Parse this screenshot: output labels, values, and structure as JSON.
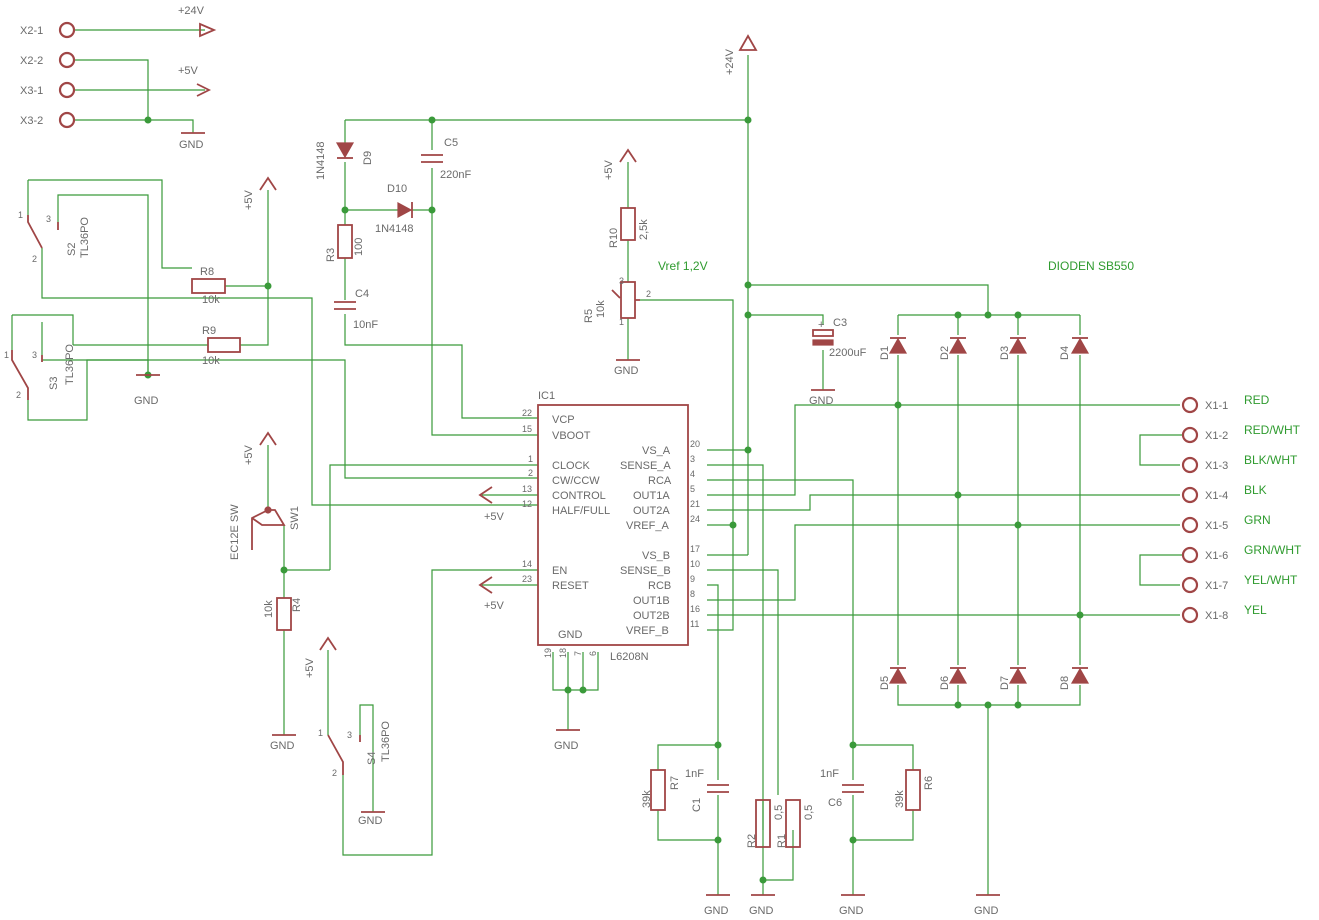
{
  "ports": {
    "x2_1": "X2-1",
    "x2_2": "X2-2",
    "x3_1": "X3-1",
    "x3_2": "X3-2",
    "x1_1": "X1-1",
    "x1_2": "X1-2",
    "x1_3": "X1-3",
    "x1_4": "X1-4",
    "x1_5": "X1-5",
    "x1_6": "X1-6",
    "x1_7": "X1-7",
    "x1_8": "X1-8"
  },
  "wire_colors": {
    "red": "RED",
    "red_wht": "RED/WHT",
    "blk_wht": "BLK/WHT",
    "blk": "BLK",
    "grn": "GRN",
    "grn_wht": "GRN/WHT",
    "yel_wht": "YEL/WHT",
    "yel": "YEL"
  },
  "supplies": {
    "v24": "+24V",
    "v5": "+5V",
    "gnd": "GND"
  },
  "notes": {
    "vref": "Vref 1,2V",
    "dioden": "DIODEN SB550"
  },
  "parts": {
    "D9": "D9",
    "D10": "D10",
    "D1": "D1",
    "D2": "D2",
    "D3": "D3",
    "D4": "D4",
    "D5": "D5",
    "D6": "D6",
    "D7": "D7",
    "D8": "D8",
    "diode_val": "1N4148",
    "C1": "C1",
    "C3": "C3",
    "C4": "C4",
    "C5": "C5",
    "C6": "C6",
    "C1v": "1nF",
    "C3v": "2200uF",
    "C4v": "10nF",
    "C5v": "220nF",
    "C6v": "1nF",
    "R1": "R1",
    "R2": "R2",
    "R3": "R3",
    "R4": "R4",
    "R5": "R5",
    "R6": "R6",
    "R7": "R7",
    "R8": "R8",
    "R9": "R9",
    "R10": "R10",
    "R1v": "0,5",
    "R2v": "0,5",
    "R3v": "100",
    "R4v": "10k",
    "R5v": "10k",
    "R6v": "39k",
    "R7v": "39k",
    "R8v": "10k",
    "R9v": "10k",
    "R10v": "2,5k",
    "S2": "S2",
    "S3": "S3",
    "S4": "S4",
    "sw_type": "TL36PO",
    "SW1": "SW1",
    "ec12e": "EC12E SW"
  },
  "ic": {
    "name": "IC1",
    "type": "L6208N",
    "left_pins": [
      {
        "num": "22",
        "name": "VCP"
      },
      {
        "num": "15",
        "name": "VBOOT"
      },
      {
        "num": "1",
        "name": "CLOCK"
      },
      {
        "num": "2",
        "name": "CW/CCW"
      },
      {
        "num": "13",
        "name": "CONTROL"
      },
      {
        "num": "12",
        "name": "HALF/FULL"
      },
      {
        "num": "14",
        "name": "EN"
      },
      {
        "num": "23",
        "name": "RESET"
      }
    ],
    "right_pins": [
      {
        "num": "20",
        "name": "VS_A"
      },
      {
        "num": "3",
        "name": "SENSE_A"
      },
      {
        "num": "4",
        "name": "RCA"
      },
      {
        "num": "5",
        "name": "OUT1A"
      },
      {
        "num": "21",
        "name": "OUT2A"
      },
      {
        "num": "24",
        "name": "VREF_A"
      },
      {
        "num": "17",
        "name": "VS_B"
      },
      {
        "num": "10",
        "name": "SENSE_B"
      },
      {
        "num": "9",
        "name": "RCB"
      },
      {
        "num": "8",
        "name": "OUT1B"
      },
      {
        "num": "16",
        "name": "OUT2B"
      },
      {
        "num": "11",
        "name": "VREF_B"
      }
    ],
    "gnd_label": "GND",
    "gnd_pins": [
      "19",
      "18",
      "7",
      "6"
    ]
  }
}
